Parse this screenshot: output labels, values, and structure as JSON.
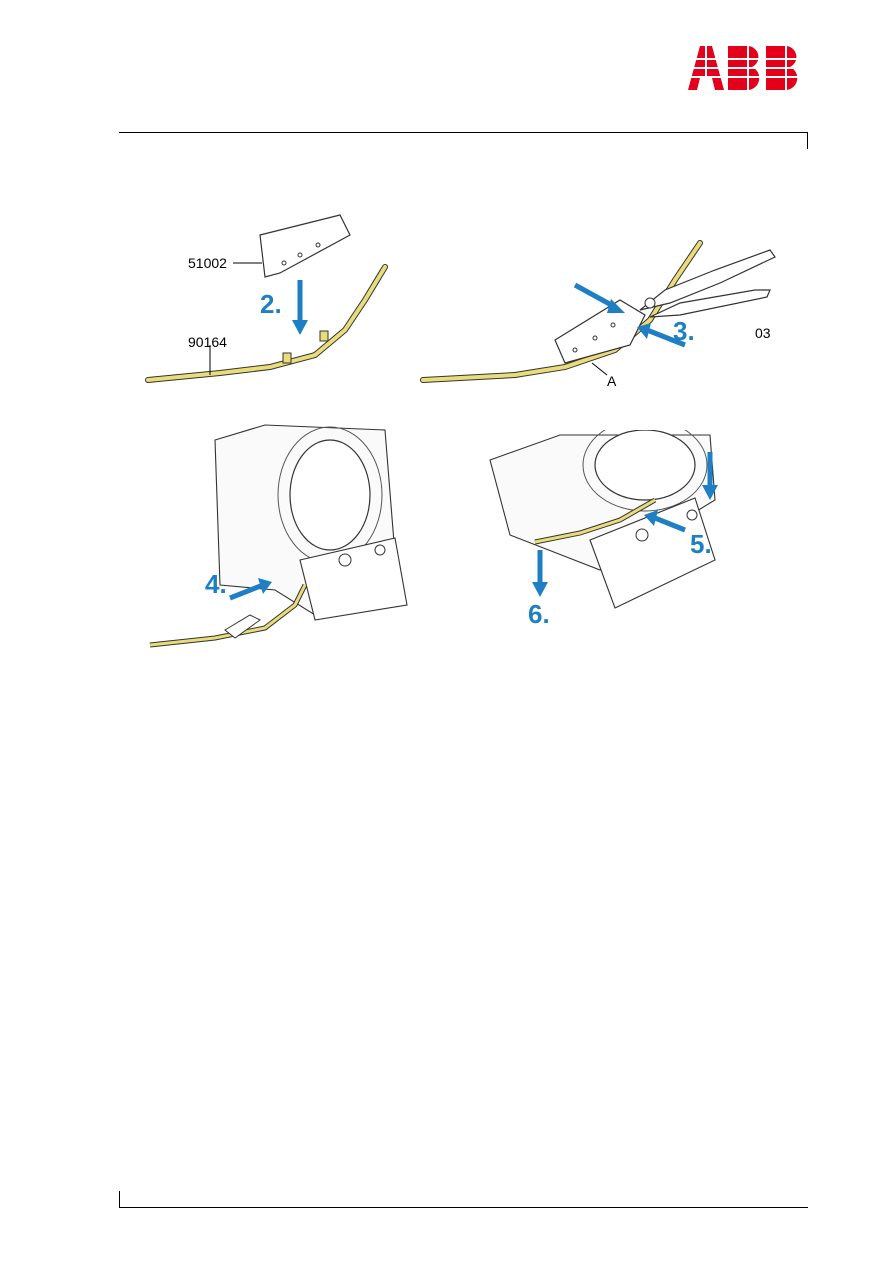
{
  "brand": {
    "logo_text": "ABB",
    "logo_color": "#e4001b"
  },
  "colors": {
    "accent_blue": "#1f7fc4",
    "part_yellow": "#e9dd7a"
  },
  "figures": {
    "panel1": {
      "label_part": "51002",
      "label_strip": "90164",
      "step": "2."
    },
    "panel2": {
      "label_point": "A",
      "label_tool": "03",
      "step": "3."
    },
    "panel3": {
      "step": "4."
    },
    "panel4": {
      "step_a": "5.",
      "step_b": "6."
    }
  }
}
